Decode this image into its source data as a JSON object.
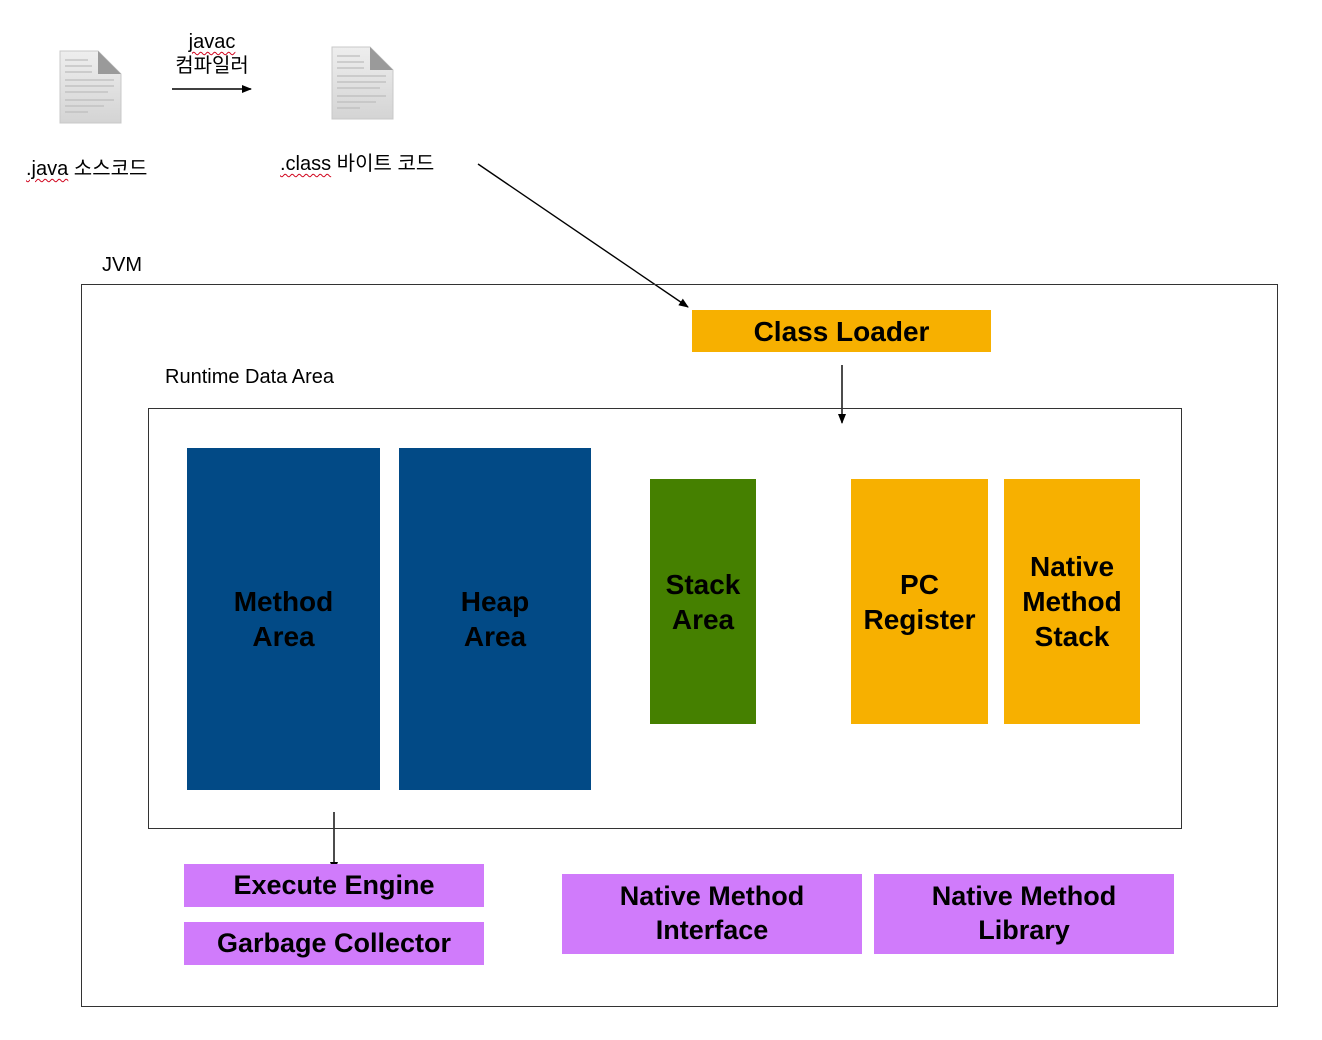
{
  "colors": {
    "navy": "#024a86",
    "green": "#458000",
    "amber": "#f7b000",
    "violet": "#d07bfb",
    "ink": "#000000",
    "frame": "#333333"
  },
  "icons": {
    "source_file": "document-icon",
    "class_file": "document-icon"
  },
  "pipeline": {
    "source_label_prefix": ".java",
    "source_label_suffix": " 소스코드",
    "compiler_line1": "javac",
    "compiler_line2": "컴파일러",
    "bytecode_label_prefix": ".class",
    "bytecode_label_suffix": " 바이트 코드"
  },
  "jvm": {
    "label": "JVM",
    "class_loader": "Class Loader",
    "runtime_label": "Runtime Data Area",
    "areas": {
      "method": "Method\nArea",
      "heap": "Heap\nArea",
      "stack": "Stack\nArea",
      "pc": "PC\nRegister",
      "native_stack": "Native\nMethod\nStack"
    },
    "execute_engine": "Execute Engine",
    "garbage_collector": "Garbage Collector",
    "native_interface": "Native Method\nInterface",
    "native_library": "Native Method\nLibrary"
  }
}
